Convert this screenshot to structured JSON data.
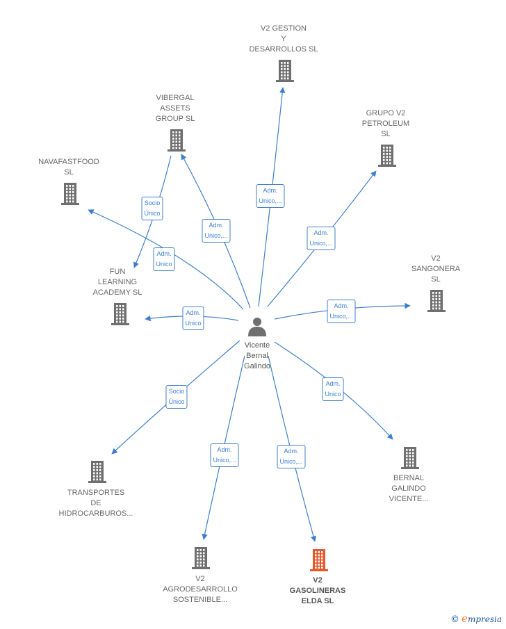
{
  "center": {
    "name": "Vicente\nBernal\nGalindo"
  },
  "nodes": [
    {
      "id": "v2gestion",
      "label": "V2 GESTION\nY\nDESARROLLOS SL",
      "highlight": false
    },
    {
      "id": "grupov2",
      "label": "GRUPO V2\nPETROLEUM\nSL",
      "highlight": false
    },
    {
      "id": "vibergal",
      "label": "VIBERGAL\nASSETS\nGROUP  SL",
      "highlight": false
    },
    {
      "id": "navafast",
      "label": "NAVAFASTFOOD\nSL",
      "highlight": false
    },
    {
      "id": "fun",
      "label": "FUN\nLEARNING\nACADEMY  SL",
      "highlight": false
    },
    {
      "id": "sangonera",
      "label": "V2\nSANGONERA\nSL",
      "highlight": false
    },
    {
      "id": "transportes",
      "label": "TRANSPORTES\nDE\nHIDROCARBUROS...",
      "highlight": false
    },
    {
      "id": "agro",
      "label": "V2\nAGRODESARROLLO\nSOSTENIBLE...",
      "highlight": false
    },
    {
      "id": "gasolineras",
      "label": "V2\nGASOLINERAS\nELDA  SL",
      "highlight": true
    },
    {
      "id": "bernal",
      "label": "BERNAL\nGALINDO\nVICENTE...",
      "highlight": false
    }
  ],
  "edges": [
    {
      "label": "Adm.\nUnico,..."
    },
    {
      "label": "Adm.\nUnico,..."
    },
    {
      "label": "Adm.\nUnico,..."
    },
    {
      "label": "Adm.\nUnico"
    },
    {
      "label": "Adm.\nUnico"
    },
    {
      "label": "Adm.\nUnico,..."
    },
    {
      "label": "Socio\nÚnico"
    },
    {
      "label": "Adm.\nUnico,..."
    },
    {
      "label": "Adm.\nUnico,..."
    },
    {
      "label": "Adm.\nUnico"
    },
    {
      "label": "Socio\nÚnico"
    }
  ],
  "colors": {
    "edge": "#3b7fd4",
    "building": "#6f6f6f",
    "highlight": "#e8582a",
    "person": "#6f6f6f"
  },
  "brand": {
    "symbol": "©",
    "name": "mpresia",
    "initial": "e"
  }
}
